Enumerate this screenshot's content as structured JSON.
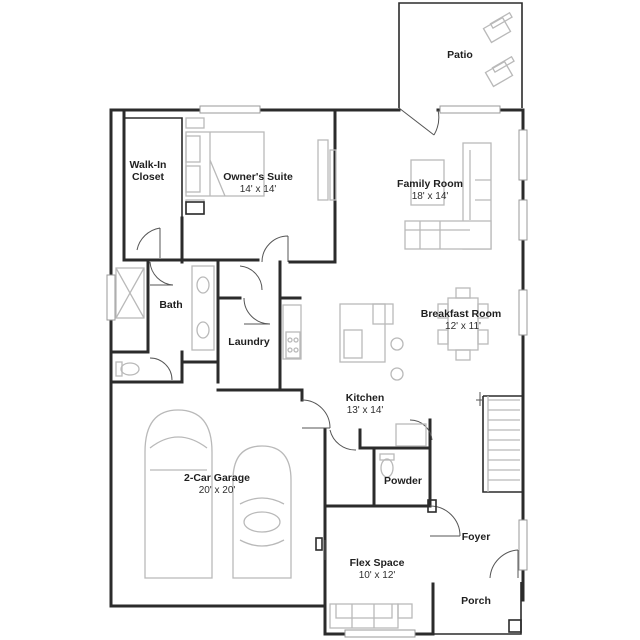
{
  "rooms": {
    "patio": {
      "name": "Patio"
    },
    "walk_in_closet": {
      "line1": "Walk-In",
      "line2": "Closet"
    },
    "owners_suite": {
      "name": "Owner's Suite",
      "size": "14' x 14'"
    },
    "family_room": {
      "name": "Family Room",
      "size": "18' x 14'"
    },
    "bath": {
      "name": "Bath"
    },
    "laundry": {
      "name": "Laundry"
    },
    "breakfast_room": {
      "name": "Breakfast Room",
      "size": "12' x 11'"
    },
    "kitchen": {
      "name": "Kitchen",
      "size": "13' x 14'"
    },
    "garage": {
      "name": "2-Car Garage",
      "size": "20' x 20'"
    },
    "powder": {
      "name": "Powder"
    },
    "foyer": {
      "name": "Foyer"
    },
    "flex_space": {
      "name": "Flex Space",
      "size": "10' x 12'"
    },
    "porch": {
      "name": "Porch"
    }
  },
  "colors": {
    "wall": "#2b2b2b",
    "furniture": "#b9b9b9",
    "background": "#ffffff"
  },
  "icons": [
    "door-swing-icon",
    "window-icon",
    "bed-icon",
    "sofa-icon",
    "car-icon",
    "toilet-icon",
    "stair-icon",
    "patio-chair-icon"
  ]
}
